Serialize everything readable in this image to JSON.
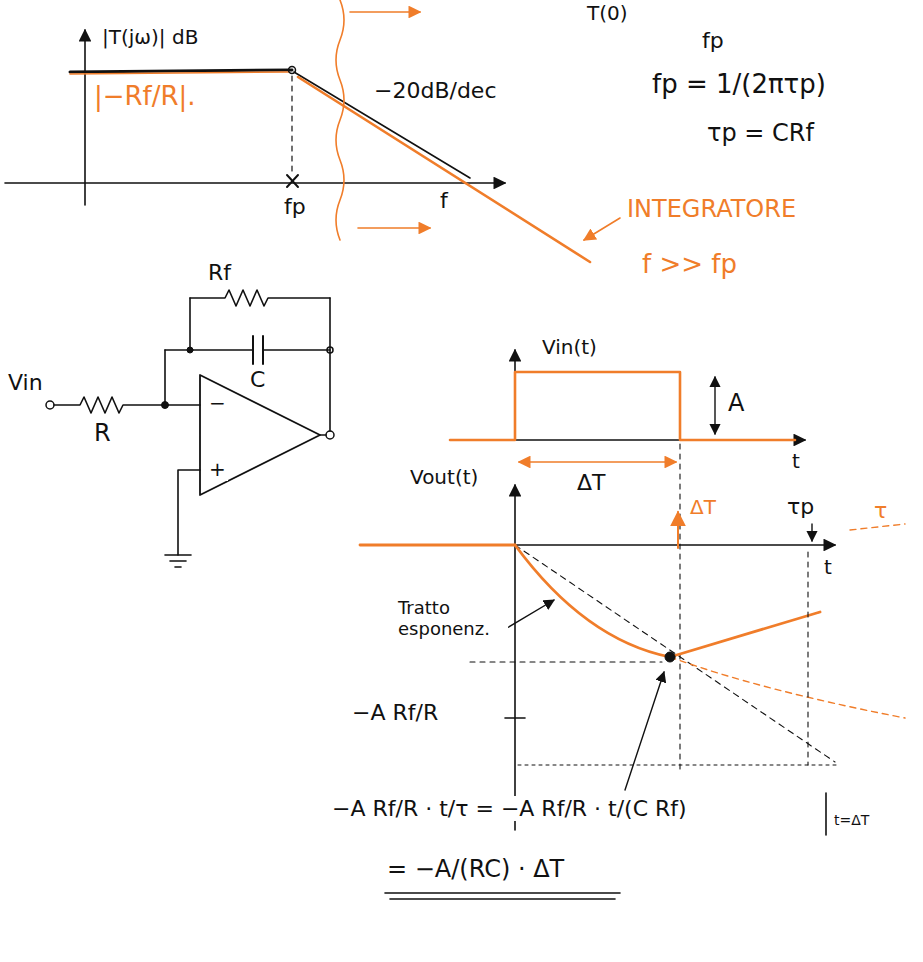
{
  "diagram": {
    "labels": [
      "|T(jω)| dB",
      "|−Rf/R|.",
      "−20dB/dec",
      "fp",
      "f",
      "T(0)",
      "fp",
      "fp = 1/(2πτp)",
      "τp = CRf",
      "INTEGRATORE",
      "f >> fp",
      "Rf",
      "C",
      "Vin",
      "R",
      "−",
      "+",
      "Vin(t)",
      "A",
      "ΔT",
      "t",
      "Vout(t)",
      "ΔT",
      "τp",
      "τ",
      "t",
      "Tratto esponenz.",
      "−A Rf/R",
      "−A Rf/R · t/τ = −A Rf/R · t/(C Rf)",
      "t=ΔT",
      "= −A/(RC) · ΔT"
    ]
  }
}
